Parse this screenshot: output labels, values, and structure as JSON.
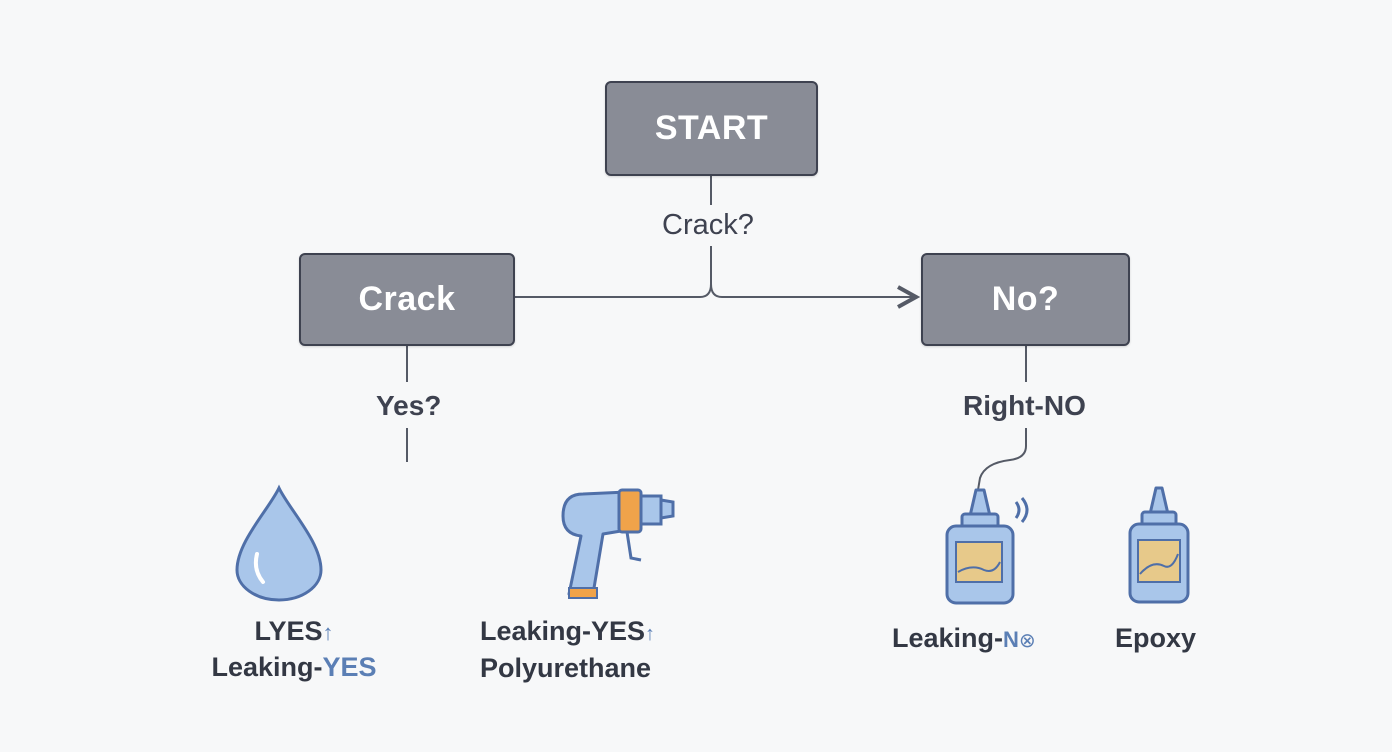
{
  "nodes": {
    "start": "START",
    "crack": "Crack",
    "no": "No?"
  },
  "edge_labels": {
    "crack_q": "Crack?",
    "yes_q": "Yes?",
    "right_no": "Right-NO"
  },
  "captions": {
    "drop_line1": "LYES",
    "drop_line1_arrow": "↑",
    "drop_line2_prefix": "Leaking-",
    "drop_line2_suffix": "YES",
    "gun_line1": "Leaking-YES",
    "gun_line1_arrow": "↑",
    "gun_line2": "Polyurethane",
    "bottle1_prefix": "Leaking-",
    "bottle1_suffix": "N",
    "bottle1_glyph": "⊗",
    "bottle2": "Epoxy"
  },
  "icons": [
    "water-drop-icon",
    "injection-gun-icon",
    "bottle-icon",
    "bottle-icon"
  ],
  "colors": {
    "node_fill": "#898c96",
    "node_border": "#3e4250",
    "connector": "#555a66",
    "accent_blue": "#5b7fb5",
    "icon_fill": "#a9c6ea",
    "icon_stroke": "#4f6fa8",
    "accent_orange": "#f0a34a"
  }
}
